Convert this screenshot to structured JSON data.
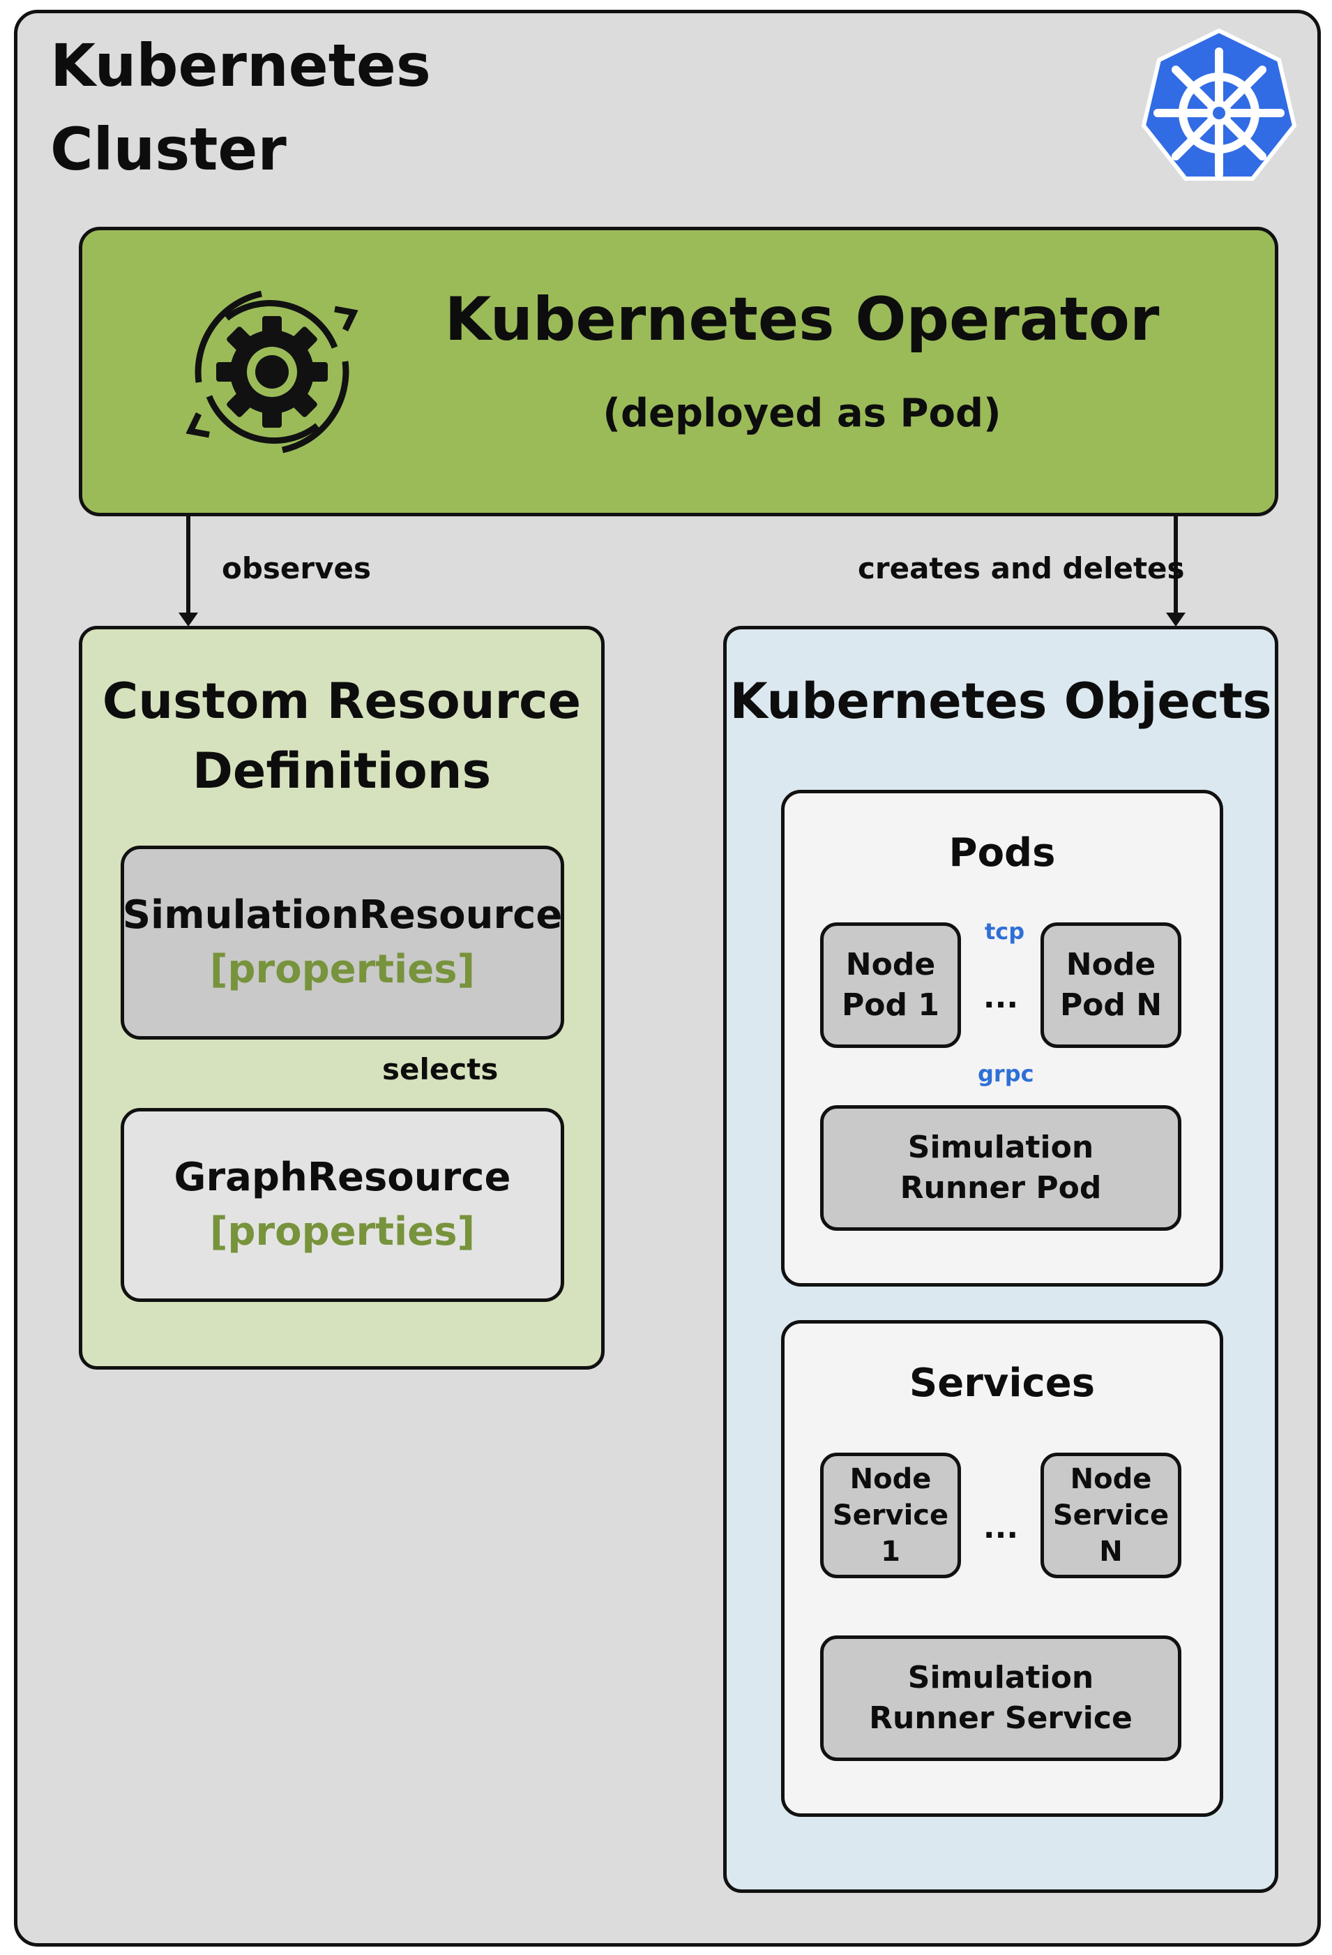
{
  "cluster": {
    "title_line1": "Kubernetes",
    "title_line2": "Cluster",
    "logo_icon": "kubernetes-helm-wheel-icon"
  },
  "operator": {
    "title": "Kubernetes Operator",
    "subtitle": "(deployed as Pod)",
    "icon": "gear-sync-icon"
  },
  "edges": {
    "observes": "observes",
    "creates_deletes": "creates and deletes",
    "selects": "selects",
    "tcp": "tcp",
    "grpc": "grpc"
  },
  "crd": {
    "title_line1": "Custom Resource",
    "title_line2": "Definitions",
    "simulation_resource": {
      "name": "SimulationResource",
      "properties": "[properties]"
    },
    "graph_resource": {
      "name": "GraphResource",
      "properties": "[properties]"
    }
  },
  "objects": {
    "title": "Kubernetes Objects",
    "pods": {
      "title": "Pods",
      "node_pod_1": [
        "Node",
        "Pod 1"
      ],
      "node_pod_n": [
        "Node",
        "Pod N"
      ],
      "ellipsis": "...",
      "runner": [
        "Simulation",
        "Runner Pod"
      ]
    },
    "services": {
      "title": "Services",
      "node_service_1": [
        "Node",
        "Service 1"
      ],
      "node_service_n": [
        "Node",
        "Service N"
      ],
      "ellipsis": "...",
      "runner": [
        "Simulation",
        "Runner Service"
      ]
    }
  },
  "colors": {
    "cluster_bg": "#dcdcdc",
    "operator_bg": "#9bbb59",
    "crd_bg": "#d6e2bd",
    "objects_bg": "#dbe8ef",
    "property_text": "#77933c",
    "blue_arrow": "#2f6fd6",
    "k8s_blue": "#326ce5"
  }
}
